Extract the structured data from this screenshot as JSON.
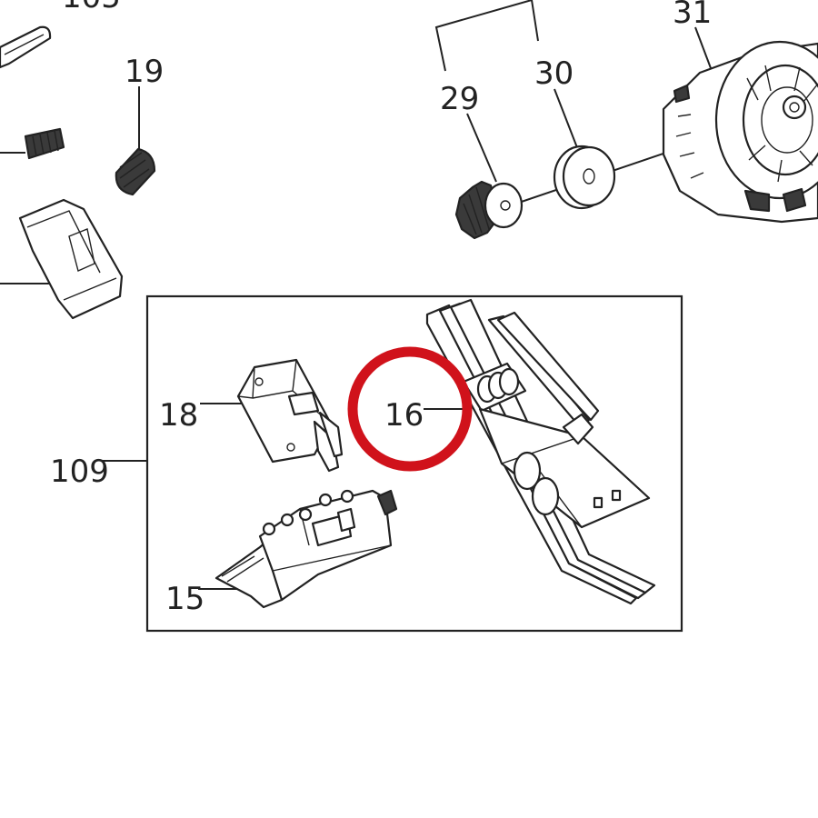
{
  "diagram": {
    "labels": {
      "top_left_cut": "105",
      "spring_small": "19",
      "brush_group": "29",
      "bearing": "30",
      "motor": "31",
      "switch_small": "18",
      "harness": "16",
      "kit": "109",
      "main_switch": "15"
    },
    "highlight": {
      "target": "16",
      "color": "#d0121b"
    },
    "box_color": "#222222"
  }
}
